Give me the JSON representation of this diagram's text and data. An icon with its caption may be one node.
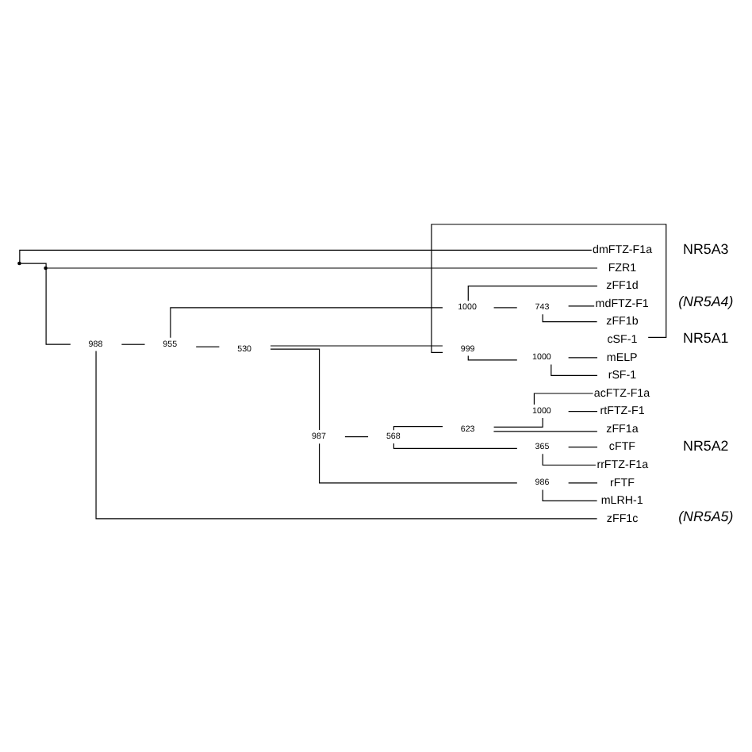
{
  "diagram": {
    "nodes": [
      {
        "text": [],
        "shape": "point"
      },
      {
        "text": [
          "dmFTZ-F1a"
        ]
      },
      {
        "text": [],
        "shape": "point"
      },
      {
        "text": [
          "FZR1"
        ]
      },
      {
        "text": [
          "988"
        ]
      },
      {
        "text": [
          "955"
        ]
      },
      {
        "text": [
          "1000"
        ]
      },
      {
        "text": [
          "zFF1d"
        ]
      },
      {
        "text": [
          "743"
        ]
      },
      {
        "text": [
          "mdFTZ-F1"
        ]
      },
      {
        "text": [
          "zFF1b"
        ]
      },
      {
        "text": [
          "530"
        ]
      },
      {
        "text": [
          "999"
        ]
      },
      {
        "text": [
          "cSF-1"
        ]
      },
      {
        "text": [
          "1000"
        ]
      },
      {
        "text": [
          "mELP"
        ]
      },
      {
        "text": [
          "rSF-1"
        ]
      },
      {
        "text": [
          "987"
        ]
      },
      {
        "text": [
          "568"
        ]
      },
      {
        "text": [
          "623"
        ]
      },
      {
        "text": [
          "1000"
        ]
      },
      {
        "text": [
          "acFTZ-F1a"
        ]
      },
      {
        "text": [
          "rtFTZ-F1"
        ]
      },
      {
        "text": [
          "zFF1a"
        ]
      },
      {
        "text": [
          "365"
        ]
      },
      {
        "text": [
          "cFTF"
        ]
      },
      {
        "text": [
          "rrFTZ-F1a"
        ]
      },
      {
        "text": [
          "986"
        ]
      },
      {
        "text": [
          "rFTF"
        ]
      },
      {
        "text": [
          "mLRH-1"
        ]
      },
      {
        "text": [
          "zFF1c"
        ]
      }
    ],
    "edges": [
      {
        "from": 0,
        "to": 1,
        "arrow": "none"
      },
      {
        "from": 0,
        "to": 2,
        "arrow": "none"
      },
      {
        "from": 2,
        "to": 3,
        "arrow": "none"
      },
      {
        "from": 2,
        "to": 4,
        "arrow": "none"
      },
      {
        "from": 4,
        "to": 5,
        "arrow": "none"
      },
      {
        "from": 4,
        "to": 30,
        "arrow": "none"
      },
      {
        "from": 5,
        "to": 6,
        "arrow": "none"
      },
      {
        "from": 5,
        "to": 11,
        "arrow": "none"
      },
      {
        "from": 6,
        "to": 7,
        "arrow": "none"
      },
      {
        "from": 6,
        "to": 8,
        "arrow": "none"
      },
      {
        "from": 8,
        "to": 9,
        "arrow": "none"
      },
      {
        "from": 8,
        "to": 10,
        "arrow": "none"
      },
      {
        "from": 11,
        "to": 12,
        "arrow": "none"
      },
      {
        "from": 11,
        "to": 17,
        "arrow": "none"
      },
      {
        "from": 12,
        "to": 13,
        "arrow": "none"
      },
      {
        "from": 12,
        "to": 14,
        "arrow": "none"
      },
      {
        "from": 14,
        "to": 15,
        "arrow": "none"
      },
      {
        "from": 14,
        "to": 16,
        "arrow": "none"
      },
      {
        "from": 17,
        "to": 18,
        "arrow": "none"
      },
      {
        "from": 17,
        "to": 27,
        "arrow": "none"
      },
      {
        "from": 18,
        "to": 19,
        "arrow": "none"
      },
      {
        "from": 18,
        "to": 24,
        "arrow": "none"
      },
      {
        "from": 19,
        "to": 20,
        "arrow": "none"
      },
      {
        "from": 19,
        "to": 23,
        "arrow": "none"
      },
      {
        "from": 20,
        "to": 21,
        "arrow": "none"
      },
      {
        "from": 20,
        "to": 22,
        "arrow": "none"
      },
      {
        "from": 24,
        "to": 25,
        "arrow": "none"
      },
      {
        "from": 24,
        "to": 26,
        "arrow": "none"
      },
      {
        "from": 27,
        "to": 28,
        "arrow": "none"
      },
      {
        "from": 27,
        "to": 29,
        "arrow": "none"
      }
    ],
    "labels": [
      "NR5A3",
      "(NR5A4)",
      "NR5A1",
      "NR5A2",
      "(NR5A5)"
    ]
  }
}
